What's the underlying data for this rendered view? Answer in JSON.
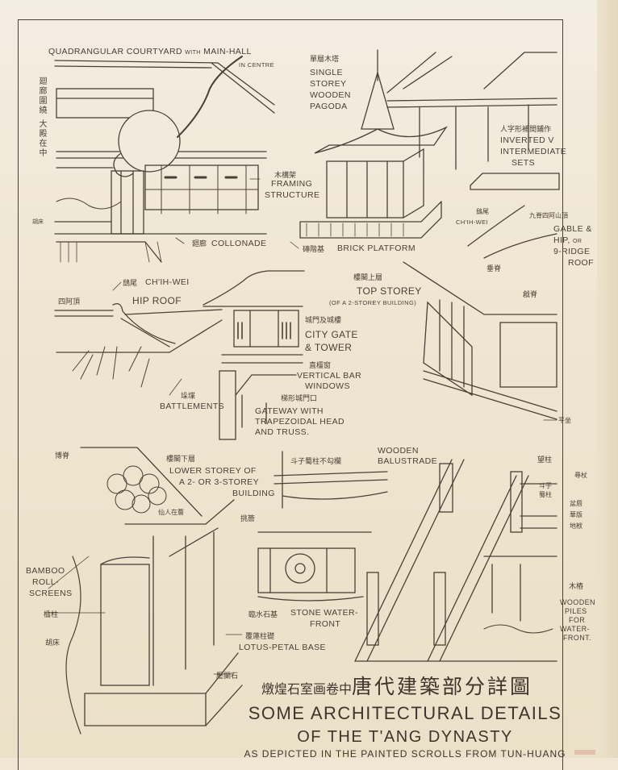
{
  "document": {
    "type": "architectural plate",
    "title_zh_sub": "燉煌石室画卷中",
    "title_zh_main": "唐代建築部分詳圖",
    "title_en_line1": "SOME ARCHITECTURAL DETAILS",
    "title_en_line2": "OF THE T'ANG DYNASTY",
    "title_en_line3": "AS DEPICTED IN THE PAINTED SCROLLS FROM TUN-HUANG"
  },
  "labels": {
    "courtyard": {
      "en": "QUADRANGULAR COURTYARD",
      "with": "WITH",
      "en2": "MAIN-HALL",
      "en3": "IN CENTRE",
      "zh": "廻廊圍繞 大殿在中"
    },
    "colonnade": {
      "en": "COLLONADE",
      "zh": "廻廊"
    },
    "framing": {
      "en1": "FRAMING",
      "en2": "STRUCTURE",
      "zh": "木構架"
    },
    "hujiao": {
      "zh": "胡床"
    },
    "pagoda": {
      "zh": "單層木塔",
      "en1": "SINGLE",
      "en2": "STOREY",
      "en3": "WOODEN",
      "en4": "PAGODA"
    },
    "brick_platform": {
      "en": "BRICK PLATFORM",
      "zh": "磚階基"
    },
    "inverted_v": {
      "zh": "人字形補間鋪作",
      "en1": "INVERTED V",
      "en2": "INTERMEDIATE",
      "en3": "SETS"
    },
    "chih_wei_right": {
      "zh": "鴟尾",
      "en": "CH'IH-WEI"
    },
    "gable": {
      "zh": "九脊四阿山頂",
      "en1": "GABLE &",
      "en2": "HIP,",
      "or": "OR",
      "en3": "9-RIDGE",
      "en4": "ROOF"
    },
    "ridge_vertical": {
      "zh": "垂脊"
    },
    "ridge_slant": {
      "zh": "戧脊"
    },
    "hip_roof": {
      "zh": "四阿頂",
      "en": "HIP ROOF",
      "chih_zh": "鴟尾",
      "chih_en": "CH'IH-WEI"
    },
    "top_storey": {
      "zh": "樓閣上層",
      "en": "TOP STOREY",
      "sub": "(OF A 2-STOREY BUILDING)"
    },
    "city_gate": {
      "zh": "城門及城樓",
      "en1": "CITY GATE",
      "en2": "& TOWER"
    },
    "vertical_bar": {
      "zh": "直欞窗",
      "en1": "VERTICAL BAR",
      "en2": "WINDOWS"
    },
    "gateway": {
      "zh": "梯形城門口",
      "en1": "GATEWAY WITH",
      "en2": "TRAPEZOIDAL HEAD",
      "en3": "AND TRUSS."
    },
    "battlements": {
      "zh": "垛堞",
      "en": "BATTLEMENTS"
    },
    "pingzuo": {
      "zh": "平坐"
    },
    "bozhi": {
      "zh": "博脊"
    },
    "lower_storey": {
      "zh": "樓閣下層",
      "en1": "LOWER STOREY OF",
      "en2": "A 2- OR 3-STOREY",
      "en3": "BUILDING"
    },
    "xianren": {
      "zh": "仙人在簷"
    },
    "tiaoyan": {
      "zh": "挑簷"
    },
    "bamboo": {
      "en1": "BAMBOO",
      "en2": "ROLL-",
      "en3": "SCREENS"
    },
    "yanzhu": {
      "zh": "檐柱"
    },
    "huchuang": {
      "zh": "胡床"
    },
    "doushou": {
      "zh": "斗子蜀柱不勾欄"
    },
    "balustrade": {
      "en1": "WOODEN",
      "en2": "BALUSTRADE"
    },
    "wangzhu": {
      "zh": "望柱"
    },
    "xunzhang": {
      "zh": "尋杖"
    },
    "douzi": {
      "zh": "斗子"
    },
    "shuzhu": {
      "zh": "蜀柱"
    },
    "pantuo": {
      "zh": "盆唇"
    },
    "huaban": {
      "zh": "華版"
    },
    "difu": {
      "zh": "地栿"
    },
    "stone_water": {
      "zh": "臨水石基",
      "en1": "STONE WATER-",
      "en2": "FRONT"
    },
    "wooden_piles": {
      "zh": "木樁",
      "en1": "WOODEN",
      "en2": "PILES",
      "en3": "FOR",
      "en4": "WATER-",
      "en5": "FRONT."
    },
    "lotus_base": {
      "zh": "覆蓮柱礎",
      "en": "LOTUS-PETAL BASE"
    },
    "yalanshi": {
      "zh": "壓闌石"
    }
  },
  "colors": {
    "paper": "#efe6d3",
    "ink": "#4a4036"
  }
}
